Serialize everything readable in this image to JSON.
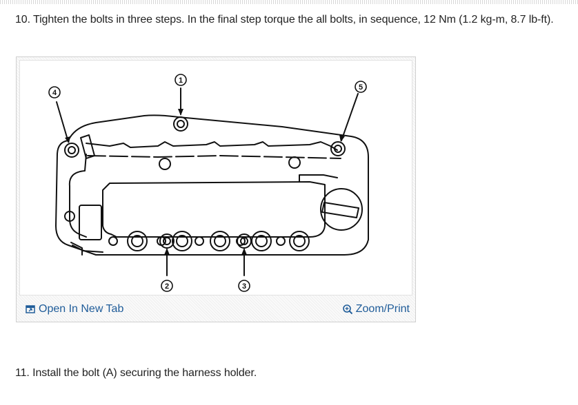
{
  "steps": {
    "step10": "10. Tighten the bolts in three steps. In the final step torque the all bolts, in sequence, 12 Nm (1.2 kg-m, 8.7 lb-ft).",
    "step11": "11. Install the bolt (A) securing the harness holder."
  },
  "figure": {
    "callouts": [
      "1",
      "2",
      "3",
      "4",
      "5"
    ],
    "open_tab_label": "Open In New Tab",
    "zoom_print_label": "Zoom/Print",
    "open_tab_icon": "new-tab-icon",
    "zoom_icon": "zoom-in-icon"
  },
  "colors": {
    "link": "#1f5c99",
    "text": "#222222",
    "line_art": "#111111"
  }
}
